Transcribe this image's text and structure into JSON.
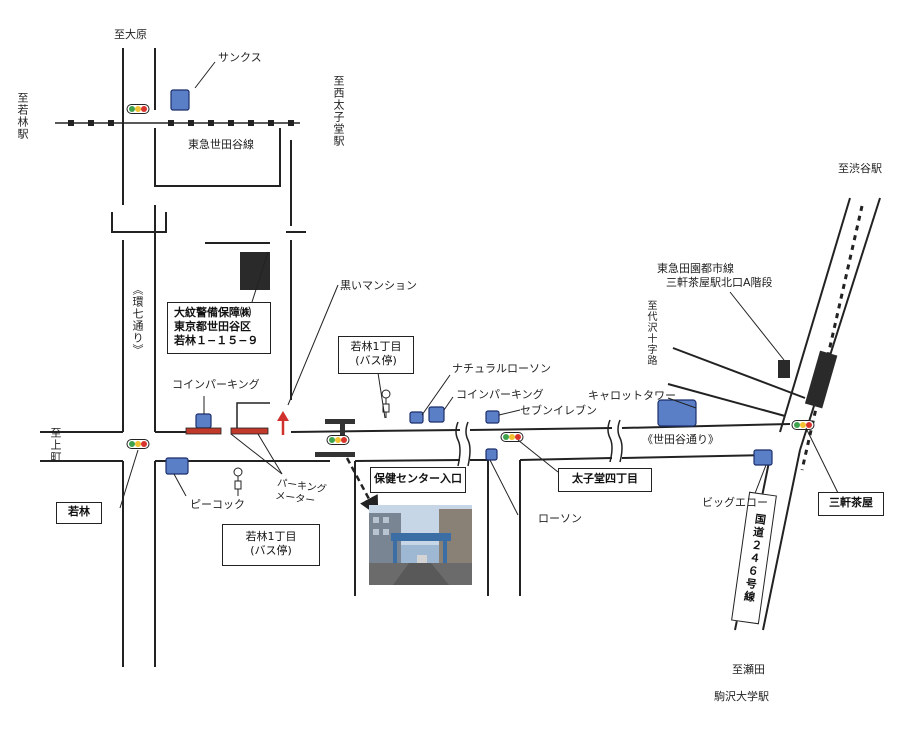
{
  "directions": {
    "ohara": "至大原",
    "wakabayashi_station": "至若林駅",
    "nishitaishido_station": "至西太子堂駅",
    "shibuya_station": "至渋谷駅",
    "kamimachi": "至上町",
    "setagaya_crossing": "至代沢十字路",
    "seta": "至瀬田",
    "komazawa_station": "駒沢大学駅"
  },
  "roads": {
    "kannana": "《環七通り》",
    "setagaya_dori": "《世田谷通り》",
    "route246": "国道２４６号線",
    "tokyu_setagaya_line": "東急世田谷線",
    "denentoshi_line": "東急田園都市線",
    "sangenjaya_exit": "三軒茶屋駅北口A階段"
  },
  "landmarks": {
    "sunkus": "サンクス",
    "black_mansion": "黒いマンション",
    "coin_parking_1": "コインパーキング",
    "coin_parking_2": "コインパーキング",
    "natural_lawson": "ナチュラルローソン",
    "seven_eleven": "セブンイレブン",
    "carrot_tower": "キャロットタワー",
    "peacock": "ピーコック",
    "parking_meter": "パーキング\nメーター",
    "lawson": "ローソン",
    "big_echo": "ビッグエコー"
  },
  "boxes": {
    "company": [
      "大紋警備保障㈱",
      "東京都世田谷区",
      "若林１−１５−９"
    ],
    "bus_stop_north": [
      "若林1丁目",
      "(バス停)"
    ],
    "bus_stop_south": [
      "若林1丁目",
      "(バス停)"
    ],
    "health_center": "保健センター入口",
    "taishido": "太子堂四丁目",
    "wakabayashi": "若林",
    "sangenjaya": "三軒茶屋"
  },
  "colors": {
    "road": "#222222",
    "store": "#5a7fc6",
    "store_border": "#1c2f6b",
    "building": "#2a2a2a",
    "parking_red": "#c0392b",
    "arrow_red": "#d0312d",
    "signal_red": "#d9342b",
    "signal_yellow": "#f2c230",
    "signal_green": "#3fa34d"
  }
}
